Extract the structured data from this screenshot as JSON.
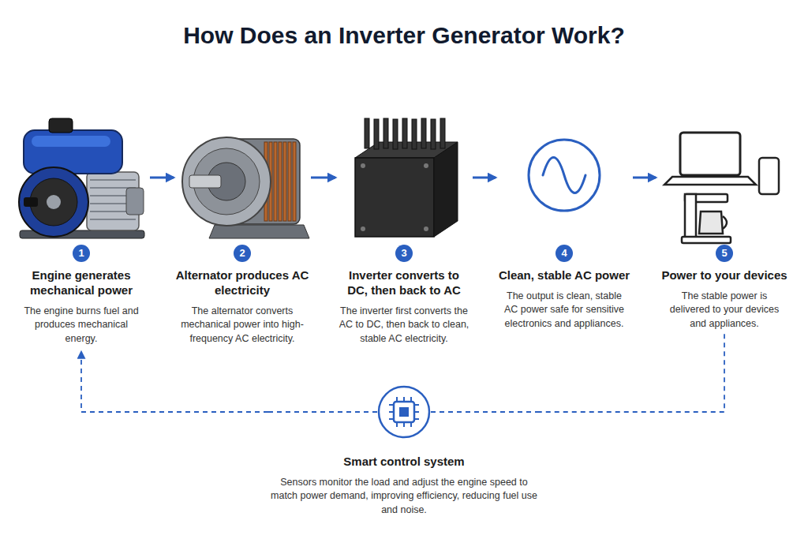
{
  "diagram": {
    "title": "How Does an Inverter Generator Work?",
    "nodes": [
      {
        "text": [
          "1",
          "Engine generates mechanical power",
          "The engine burns fuel and produces mechanical energy."
        ]
      },
      {
        "text": [
          "2",
          "Alternator produces AC electricity",
          "The alternator converts mechanical power into high-frequency AC electricity."
        ]
      },
      {
        "text": [
          "3",
          "Inverter converts to DC, then back to AC",
          "The inverter first converts the AC to DC, then back to clean, stable AC electricity."
        ]
      },
      {
        "text": [
          "4",
          "Clean, stable AC power",
          "The output is clean, stable AC power safe for sensitive electronics and appliances."
        ]
      },
      {
        "text": [
          "5",
          "Power to your devices",
          "The stable power is delivered to your devices and appliances."
        ]
      },
      {
        "text": [
          "Smart control system",
          "Sensors monitor the load and adjust the engine speed to match power demand, improving efficiency, reducing fuel use and noise."
        ]
      }
    ],
    "edges": [
      {
        "from": 0,
        "to": 1,
        "arrow": "to"
      },
      {
        "from": 1,
        "to": 2,
        "arrow": "to"
      },
      {
        "from": 2,
        "to": 3,
        "arrow": "to"
      },
      {
        "from": 3,
        "to": 4,
        "arrow": "to"
      },
      {
        "from": 4,
        "to": 5,
        "arrow": "none"
      },
      {
        "from": 5,
        "to": 0,
        "arrow": "to"
      }
    ]
  }
}
